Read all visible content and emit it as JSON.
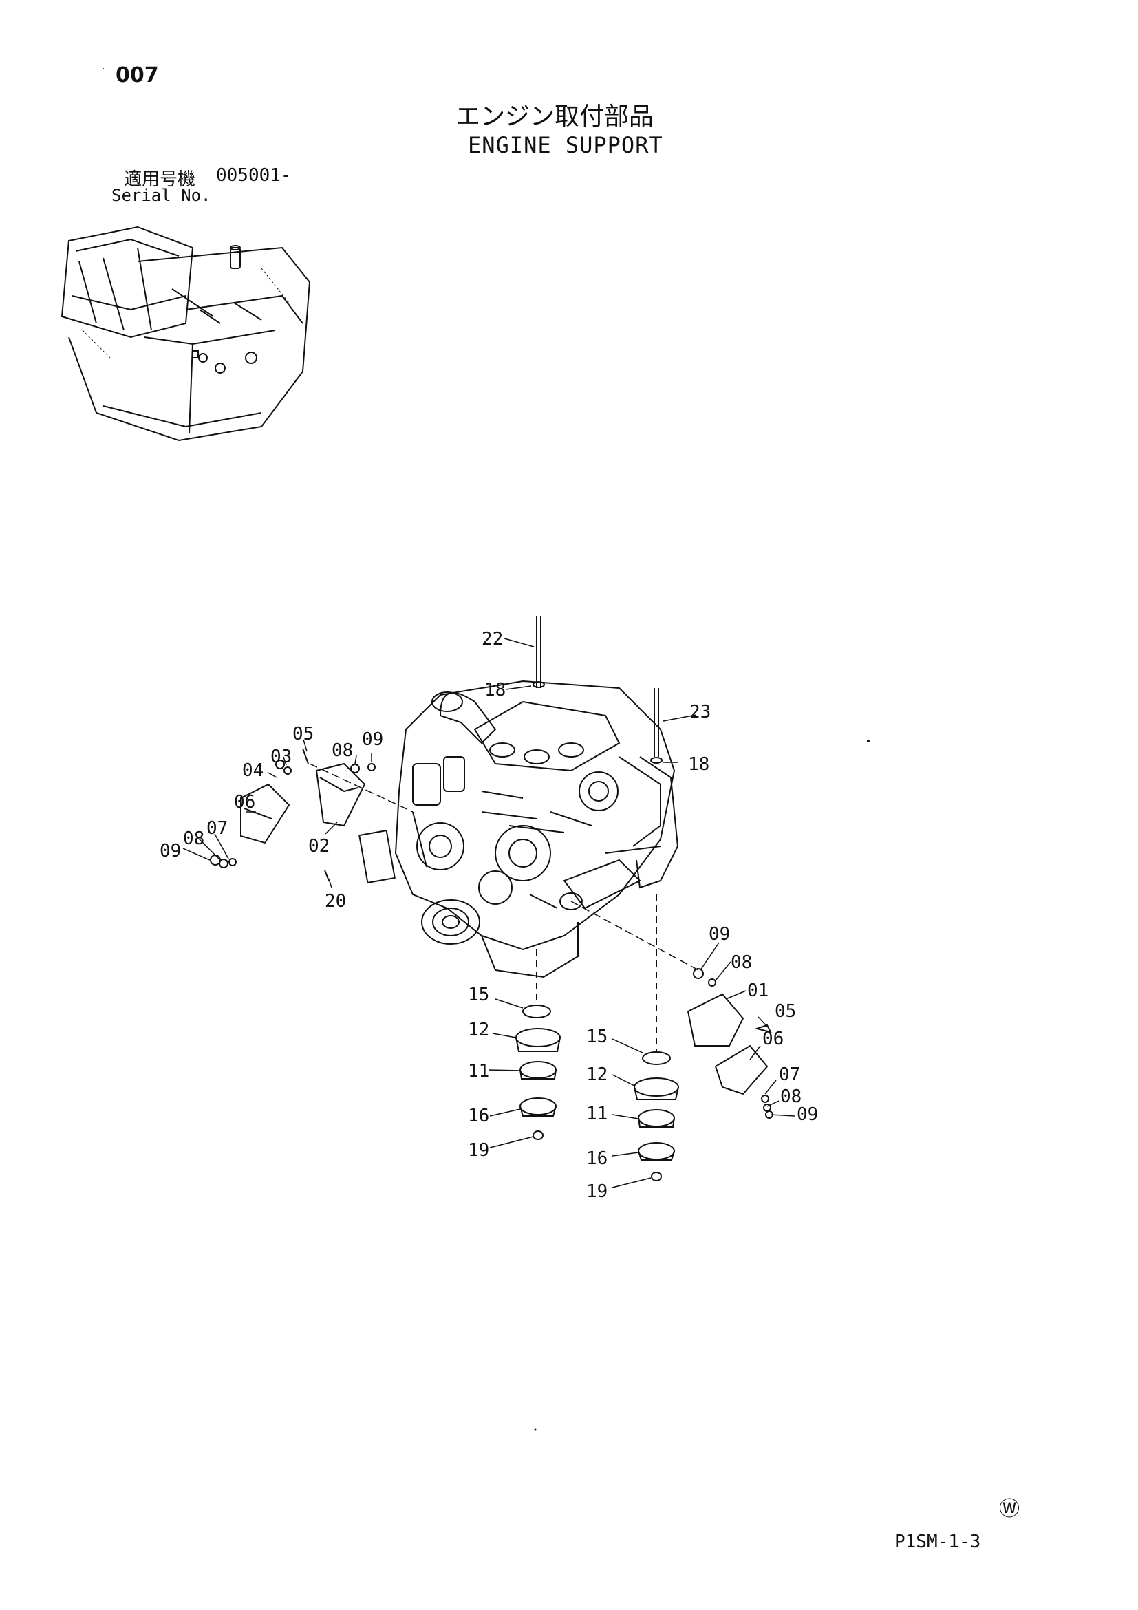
{
  "header": {
    "page_number": "007",
    "title_jp": "エンジン取付部品",
    "title_en": "ENGINE SUPPORT",
    "serial_label_jp": "適用号機",
    "serial_value": "005001-",
    "serial_label_en": "Serial No."
  },
  "callouts": [
    "22",
    "18",
    "23",
    "18",
    "05",
    "08",
    "09",
    "03",
    "04",
    "06",
    "09",
    "08",
    "07",
    "02",
    "20",
    "09",
    "08",
    "01",
    "05",
    "06",
    "15",
    "12",
    "11",
    "16",
    "19",
    "15",
    "12",
    "07",
    "08",
    "09",
    "11",
    "16",
    "19"
  ],
  "footer": {
    "mark": "Ⓦ",
    "code": "P1SM-1-3"
  }
}
